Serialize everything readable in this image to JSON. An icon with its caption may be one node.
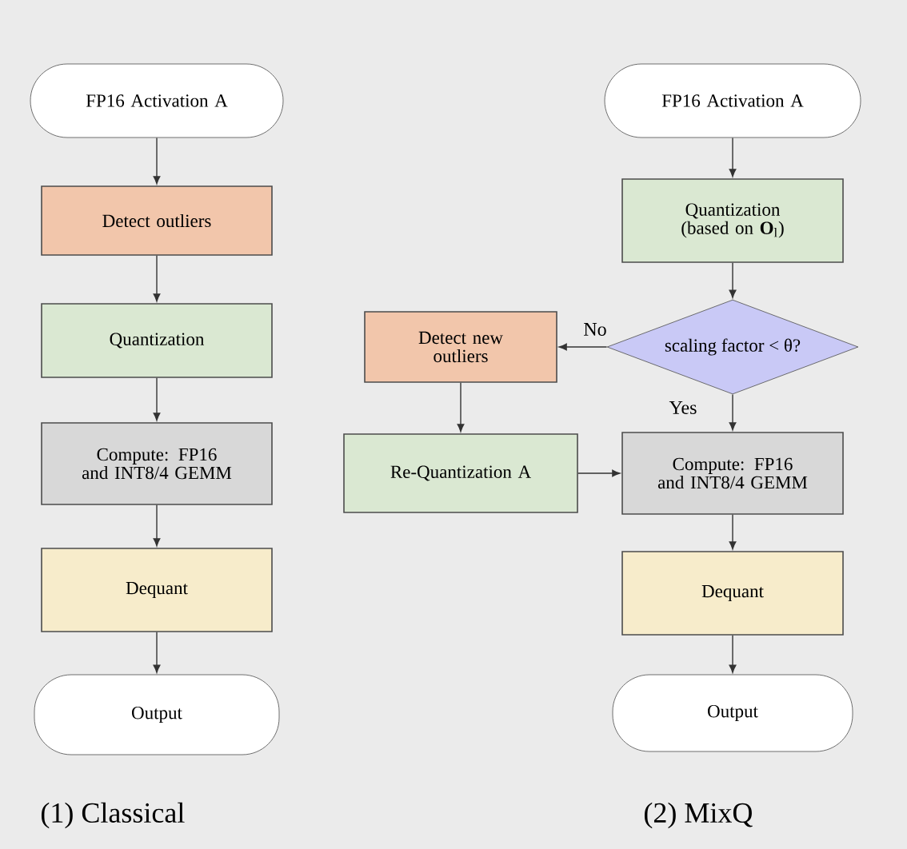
{
  "diagram": {
    "nodes": [
      {
        "text": [
          "FP16 Activation A"
        ]
      },
      {
        "text": [
          "Detect outliers"
        ]
      },
      {
        "text": [
          "Quantization"
        ]
      },
      {
        "text": [
          "Compute: FP16 and INT8/4 GEMM"
        ]
      },
      {
        "text": [
          "Dequant"
        ]
      },
      {
        "text": [
          "Output"
        ]
      },
      {
        "text": [
          "FP16 Activation A"
        ]
      },
      {
        "text": [
          "Quantization (based on **O**$_{l}$)"
        ]
      },
      {
        "text": [
          "scaling factor < θ?"
        ]
      },
      {
        "text": [
          "Detect new outliers"
        ]
      },
      {
        "text": [
          "Re-Quantization A"
        ]
      },
      {
        "text": [
          "Compute: FP16 and INT8/4 GEMM"
        ]
      },
      {
        "text": [
          "Dequant"
        ]
      },
      {
        "text": [
          "Output"
        ]
      }
    ],
    "edges": [
      {
        "from": 0,
        "to": 1,
        "arrow": "to"
      },
      {
        "from": 1,
        "to": 2,
        "arrow": "to"
      },
      {
        "from": 2,
        "to": 3,
        "arrow": "to"
      },
      {
        "from": 3,
        "to": 4,
        "arrow": "to"
      },
      {
        "from": 4,
        "to": 5,
        "arrow": "to"
      },
      {
        "from": 6,
        "to": 7,
        "arrow": "to"
      },
      {
        "from": 7,
        "to": 8,
        "arrow": "to"
      },
      {
        "from": 8,
        "to": 9,
        "arrow": "to",
        "label": "No"
      },
      {
        "from": 8,
        "to": 11,
        "arrow": "to",
        "label": "Yes"
      },
      {
        "from": 9,
        "to": 10,
        "arrow": "to"
      },
      {
        "from": 10,
        "to": 11,
        "arrow": "to"
      },
      {
        "from": 11,
        "to": 12,
        "arrow": "to"
      },
      {
        "from": 12,
        "to": 13,
        "arrow": "to"
      }
    ],
    "labels": [
      "(1) Classical",
      "(2) MixQ"
    ]
  }
}
